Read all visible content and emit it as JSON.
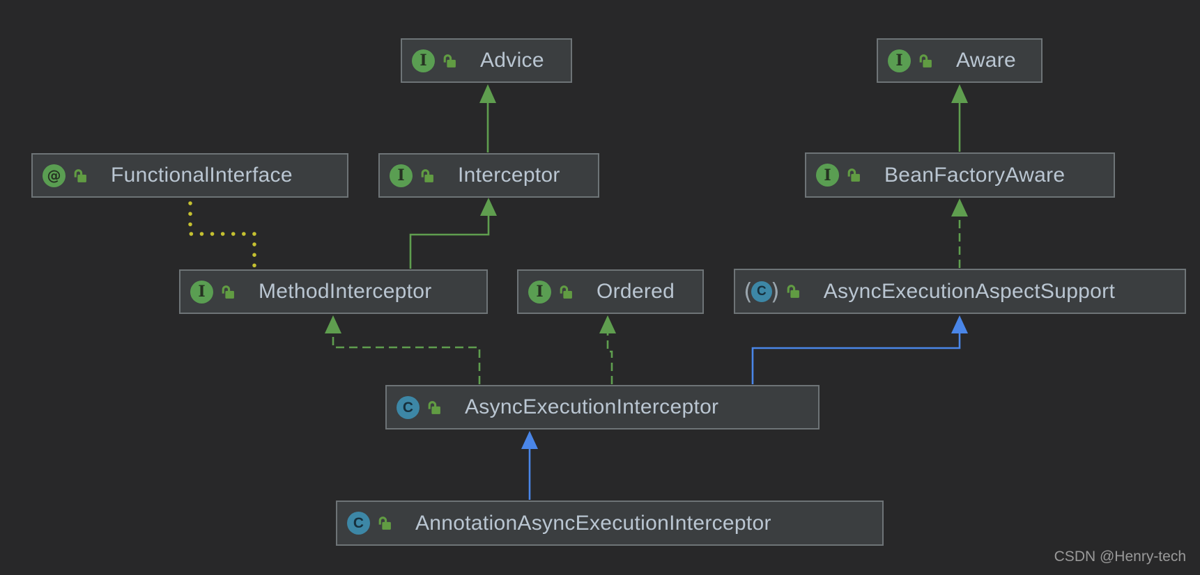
{
  "diagram": {
    "nodes": {
      "advice": {
        "label": "Advice",
        "kind": "interface"
      },
      "aware": {
        "label": "Aware",
        "kind": "interface"
      },
      "functional_interface": {
        "label": "FunctionalInterface",
        "kind": "annotation"
      },
      "interceptor": {
        "label": "Interceptor",
        "kind": "interface"
      },
      "bean_factory_aware": {
        "label": "BeanFactoryAware",
        "kind": "interface"
      },
      "method_interceptor": {
        "label": "MethodInterceptor",
        "kind": "interface"
      },
      "ordered": {
        "label": "Ordered",
        "kind": "interface"
      },
      "async_execution_aspect_support": {
        "label": "AsyncExecutionAspectSupport",
        "kind": "abstract-class"
      },
      "async_execution_interceptor": {
        "label": "AsyncExecutionInterceptor",
        "kind": "class"
      },
      "annotation_async_execution_interceptor": {
        "label": "AnnotationAsyncExecutionInterceptor",
        "kind": "class"
      }
    },
    "edges": [
      {
        "from": "Interceptor",
        "to": "Advice",
        "relation": "extends",
        "style": "solid",
        "color": "green"
      },
      {
        "from": "MethodInterceptor",
        "to": "Interceptor",
        "relation": "extends",
        "style": "solid",
        "color": "green"
      },
      {
        "from": "MethodInterceptor",
        "to": "FunctionalInterface",
        "relation": "annotated-with",
        "style": "dotted",
        "color": "yellow"
      },
      {
        "from": "BeanFactoryAware",
        "to": "Aware",
        "relation": "extends",
        "style": "solid",
        "color": "green"
      },
      {
        "from": "AsyncExecutionAspectSupport",
        "to": "BeanFactoryAware",
        "relation": "implements",
        "style": "dashed",
        "color": "green"
      },
      {
        "from": "AsyncExecutionInterceptor",
        "to": "MethodInterceptor",
        "relation": "implements",
        "style": "dashed",
        "color": "green"
      },
      {
        "from": "AsyncExecutionInterceptor",
        "to": "Ordered",
        "relation": "implements",
        "style": "dashed",
        "color": "green"
      },
      {
        "from": "AsyncExecutionInterceptor",
        "to": "AsyncExecutionAspectSupport",
        "relation": "extends",
        "style": "solid",
        "color": "blue"
      },
      {
        "from": "AnnotationAsyncExecutionInterceptor",
        "to": "AsyncExecutionInterceptor",
        "relation": "extends",
        "style": "solid",
        "color": "blue"
      }
    ]
  },
  "icons": {
    "interface_glyph": "I",
    "class_glyph": "C",
    "annotation_glyph": "@",
    "paren_open": "(",
    "paren_close": ")"
  },
  "colors": {
    "background": "#282829",
    "node_fill": "#3b3e40",
    "node_border": "#6e7477",
    "text": "#bac6d2",
    "edge_green": "#5f9e4f",
    "edge_blue": "#4a86e8",
    "edge_yellow": "#c5c131",
    "icon_green": "#5a9e52",
    "icon_teal": "#3d87a6",
    "lock_green": "#619c43",
    "paren_gray": "#9aa5ad",
    "watermark": "#9a9a9a"
  },
  "watermark": {
    "text": "CSDN @Henry-tech"
  }
}
